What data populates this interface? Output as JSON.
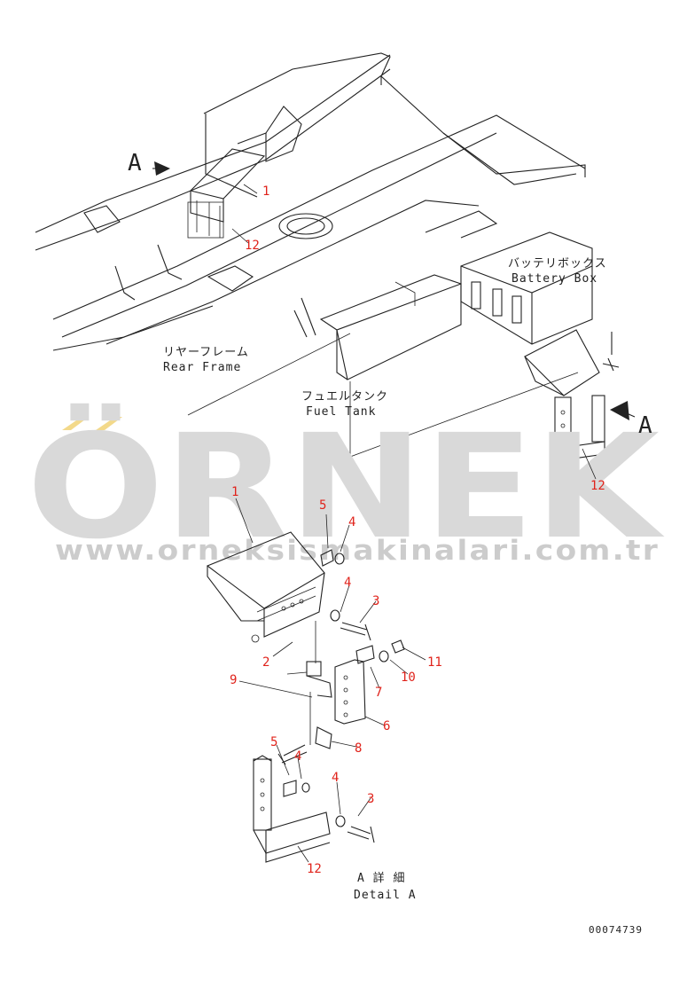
{
  "labels": {
    "battery_jp": "バッテリボックス",
    "battery_en": "Battery Box",
    "rear_frame_jp": "リヤーフレーム",
    "rear_frame_en": "Rear Frame",
    "fuel_tank_jp": "フュエルタンク",
    "fuel_tank_en": "Fuel Tank",
    "view_a_left": "A",
    "view_a_right": "A",
    "detail_jp": "A 詳 細",
    "detail_en": "Detail A",
    "drawing_number": "00074739"
  },
  "part_numbers": {
    "top_1": "1",
    "top_12_left": "12",
    "top_12_right": "12",
    "d_1": "1",
    "d_2": "2",
    "d_3a": "3",
    "d_3b": "3",
    "d_4a": "4",
    "d_4b": "4",
    "d_4c": "4",
    "d_4d": "4",
    "d_5a": "5",
    "d_5b": "5",
    "d_6": "6",
    "d_7": "7",
    "d_8": "8",
    "d_9": "9",
    "d_10": "10",
    "d_11": "11",
    "d_12": "12"
  },
  "watermark": {
    "word": "ÖRNEK",
    "url": "www.orneksismakinalari.com.tr",
    "accent_color": "#f3d98a"
  },
  "colors": {
    "line": "#222222",
    "part_number": "#e0231b"
  }
}
